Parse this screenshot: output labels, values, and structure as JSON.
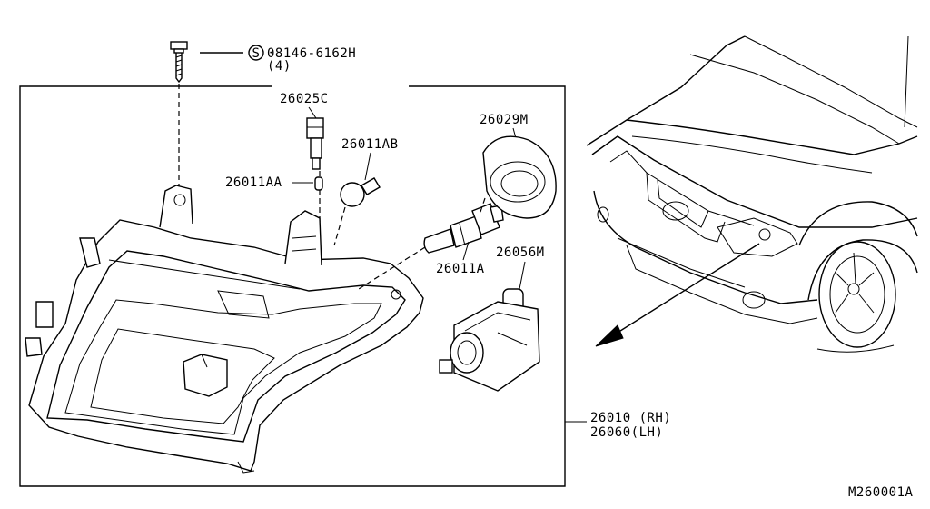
{
  "diagram": {
    "parts": {
      "screw": {
        "code": "08146-6162H",
        "qty": "(4)",
        "symbol": "S"
      },
      "socket": "26025C",
      "bulb_small": "26011AA",
      "bulb_wedge": "26011AB",
      "bulb_main": "26011A",
      "cover": "26029M",
      "actuator": "26056M",
      "assembly_rh": "26010 (RH)",
      "assembly_lh": "26060(LH)"
    },
    "figure_id": "M260001A"
  }
}
